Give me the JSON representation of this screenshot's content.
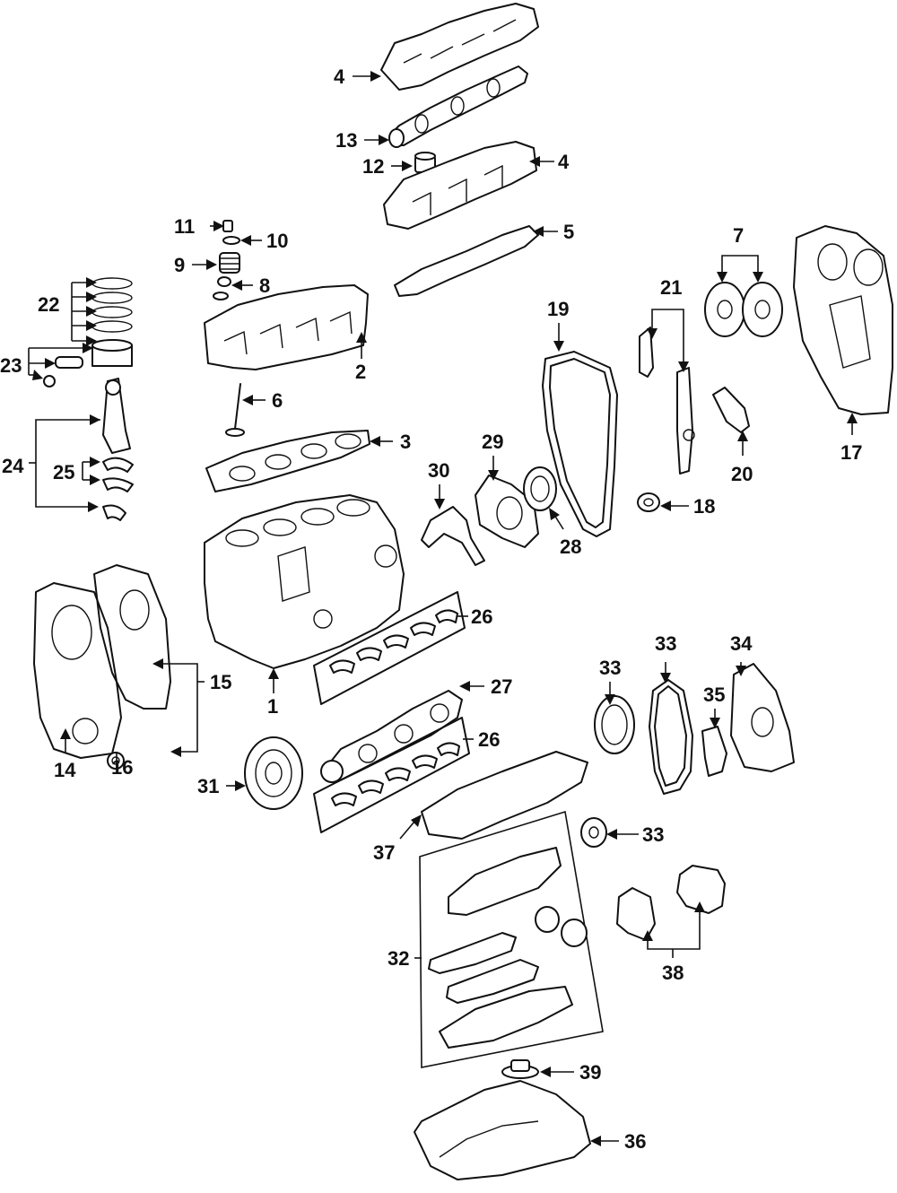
{
  "callouts": [
    {
      "id": "c4a",
      "label": "4"
    },
    {
      "id": "c13",
      "label": "13"
    },
    {
      "id": "c12",
      "label": "12"
    },
    {
      "id": "c4b",
      "label": "4"
    },
    {
      "id": "c11",
      "label": "11"
    },
    {
      "id": "c10",
      "label": "10"
    },
    {
      "id": "c5",
      "label": "5"
    },
    {
      "id": "c9",
      "label": "9"
    },
    {
      "id": "c8",
      "label": "8"
    },
    {
      "id": "c7",
      "label": "7"
    },
    {
      "id": "c22",
      "label": "22"
    },
    {
      "id": "c21",
      "label": "21"
    },
    {
      "id": "c19",
      "label": "19"
    },
    {
      "id": "c23",
      "label": "23"
    },
    {
      "id": "c2",
      "label": "2"
    },
    {
      "id": "c6",
      "label": "6"
    },
    {
      "id": "c3",
      "label": "3"
    },
    {
      "id": "c29",
      "label": "29"
    },
    {
      "id": "c17",
      "label": "17"
    },
    {
      "id": "c24",
      "label": "24"
    },
    {
      "id": "c30",
      "label": "30"
    },
    {
      "id": "c25",
      "label": "25"
    },
    {
      "id": "c20",
      "label": "20"
    },
    {
      "id": "c18",
      "label": "18"
    },
    {
      "id": "c28",
      "label": "28"
    },
    {
      "id": "c26a",
      "label": "26"
    },
    {
      "id": "c33a",
      "label": "33"
    },
    {
      "id": "c33b",
      "label": "33"
    },
    {
      "id": "c34",
      "label": "34"
    },
    {
      "id": "c15",
      "label": "15"
    },
    {
      "id": "c27",
      "label": "27"
    },
    {
      "id": "c1",
      "label": "1"
    },
    {
      "id": "c35",
      "label": "35"
    },
    {
      "id": "c14",
      "label": "14"
    },
    {
      "id": "c16",
      "label": "16"
    },
    {
      "id": "c26b",
      "label": "26"
    },
    {
      "id": "c31",
      "label": "31"
    },
    {
      "id": "c33c",
      "label": "33"
    },
    {
      "id": "c37",
      "label": "37"
    },
    {
      "id": "c32",
      "label": "32"
    },
    {
      "id": "c38",
      "label": "38"
    },
    {
      "id": "c39",
      "label": "39"
    },
    {
      "id": "c36",
      "label": "36"
    }
  ]
}
